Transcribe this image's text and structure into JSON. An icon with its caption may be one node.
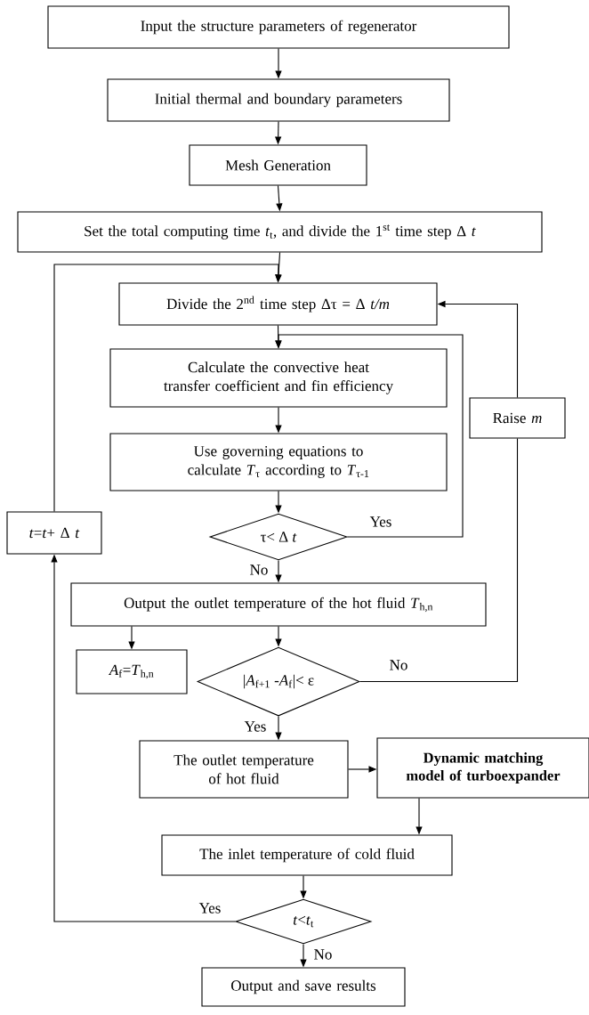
{
  "diagram": {
    "nodes": [
      {
        "text": [
          "Input the structure parameters  of regenerator"
        ]
      },
      {
        "text": [
          "Initial thermal and boundary parameters"
        ]
      },
      {
        "text": [
          "Mesh Generation"
        ]
      },
      {
        "text": [
          "Set the total computing time *t*$_{t}$,  and divide the 1$^{st}$ time step Δ *t*"
        ]
      },
      {
        "text": [
          "Divide  the 2$^{nd}$ time step Δτ = Δ *t/m*"
        ]
      },
      {
        "text": [
          "Calculate the convective heat transfer coefficient and fin efficiency"
        ]
      },
      {
        "text": [
          "Use governing equations to calculate *T*$_{τ}$ according to *T*$_{τ-1}$"
        ]
      },
      {
        "text": [
          "τ< Δ *t*"
        ]
      },
      {
        "text": [
          "Output the outlet temperature of the hot fluid *T*$_{h,n}$"
        ]
      },
      {
        "text": [
          "*A*$_{f}$=*T*$_{h,n}$"
        ]
      },
      {
        "text": [
          "|*A*$_{f+1}$ -*A*$_{f}$|< ε"
        ]
      },
      {
        "text": [
          "The outlet  temperature of hot fluid"
        ]
      },
      {
        "text": [
          "Dynamic matching model of turboexpander"
        ]
      },
      {
        "text": [
          "The inlet  temperature of cold fluid"
        ]
      },
      {
        "text": [
          "*t*<*t*$_{t}$"
        ]
      },
      {
        "text": [
          "Output and save results"
        ]
      },
      {
        "text": [
          "*t*=*t*+ Δ *t*"
        ]
      },
      {
        "text": [
          "Raise *m*"
        ]
      }
    ],
    "edges": [
      {
        "from": 0,
        "to": 1,
        "arrow": "to"
      },
      {
        "from": 1,
        "to": 2,
        "arrow": "to"
      },
      {
        "from": 2,
        "to": 3,
        "arrow": "to"
      },
      {
        "from": 3,
        "to": 4,
        "arrow": "to"
      },
      {
        "from": 4,
        "to": 5,
        "arrow": "to"
      },
      {
        "from": 5,
        "to": 6,
        "arrow": "to"
      },
      {
        "from": 6,
        "to": 7,
        "arrow": "to"
      },
      {
        "from": 7,
        "to": 5,
        "arrow": "to",
        "label": "Yes"
      },
      {
        "from": 7,
        "to": 8,
        "arrow": "to",
        "label": "No"
      },
      {
        "from": 8,
        "to": 9,
        "arrow": "to"
      },
      {
        "from": 8,
        "to": 10,
        "arrow": "to"
      },
      {
        "from": 10,
        "to": 17,
        "arrow": "none",
        "label": "No"
      },
      {
        "from": 17,
        "to": 4,
        "arrow": "to"
      },
      {
        "from": 10,
        "to": 11,
        "arrow": "to",
        "label": "Yes"
      },
      {
        "from": 11,
        "to": 12,
        "arrow": "to"
      },
      {
        "from": 12,
        "to": 13,
        "arrow": "to"
      },
      {
        "from": 13,
        "to": 14,
        "arrow": "to"
      },
      {
        "from": 14,
        "to": 16,
        "arrow": "to",
        "label": "Yes"
      },
      {
        "from": 14,
        "to": 15,
        "arrow": "to",
        "label": "No"
      },
      {
        "from": 16,
        "to": 4,
        "arrow": "to"
      }
    ]
  }
}
